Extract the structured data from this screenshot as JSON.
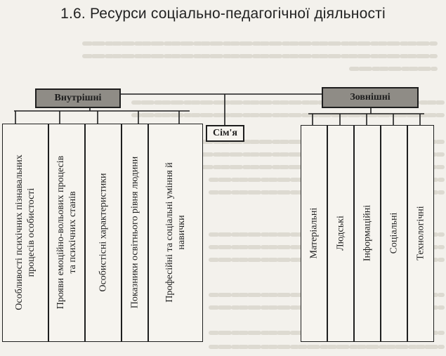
{
  "section_title": "1.6. Ресурси соціально-педагогічної діяльності",
  "diagram": {
    "internal": {
      "label": "Внутрішні",
      "items": [
        [
          "Особливості психічних пізнавальних",
          "процесів особистості"
        ],
        [
          "Прояви емоційно-вольових процесів",
          "та психічних станів"
        ],
        [
          "Особистісні характеристики"
        ],
        [
          "Показники освітнього рівня людини"
        ],
        [
          "Професійні та соціальні уміння й",
          "навички"
        ]
      ]
    },
    "family": {
      "label": "Сім'я"
    },
    "external": {
      "label": "Зовнішні",
      "items": [
        [
          "Матеріальні"
        ],
        [
          "Людські"
        ],
        [
          "Інформаційні"
        ],
        [
          "Соціальні"
        ],
        [
          "Технологічні"
        ]
      ]
    }
  },
  "colors": {
    "line": "#1e1e1e",
    "header_fill": "#8f8c86",
    "box_fill": "#f6f4ef",
    "background": "#f3f1ec"
  }
}
